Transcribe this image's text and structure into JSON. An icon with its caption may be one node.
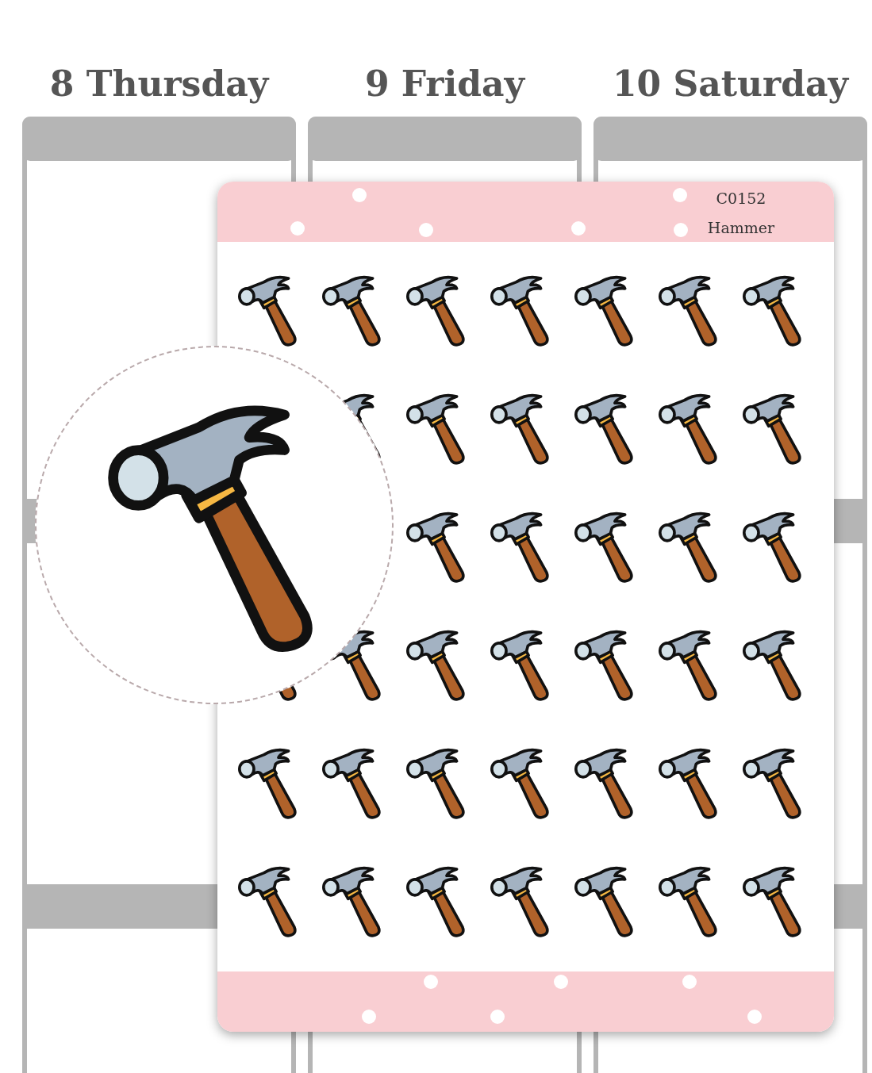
{
  "diagram": {
    "nodes": [
      {
        "text": [
          "C0152",
          "Hammer"
        ]
      }
    ],
    "labels": [
      "8 Thursday",
      "9 Friday",
      "10 Saturday"
    ]
  }
}
